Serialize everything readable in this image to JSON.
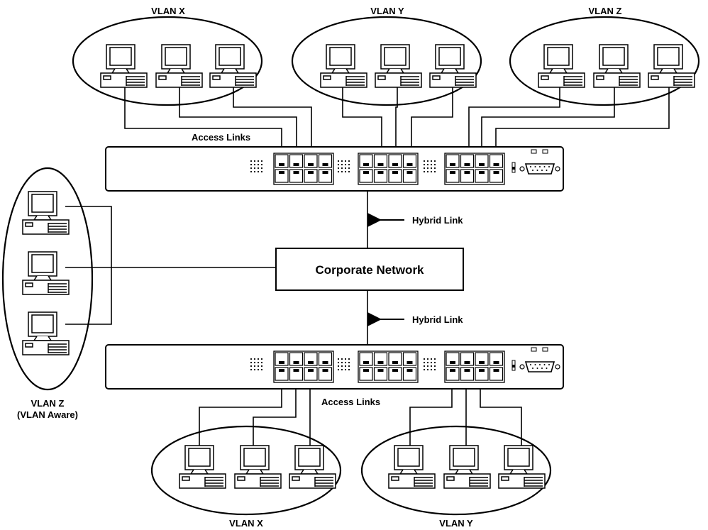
{
  "vlan_labels": {
    "top_x": "VLAN X",
    "top_y": "VLAN Y",
    "top_z": "VLAN Z",
    "bottom_x": "VLAN X",
    "bottom_y": "VLAN Y",
    "left_line1": "VLAN Z",
    "left_line2": "(VLAN Aware)"
  },
  "link_labels": {
    "access_top": "Access Links",
    "access_bottom": "Access Links",
    "hybrid_top": "Hybrid Link",
    "hybrid_bottom": "Hybrid Link"
  },
  "core": {
    "label": "Corporate Network"
  },
  "icons": {
    "computer": "desktop-computer-icon",
    "switch": "network-switch-icon",
    "serial_port": "console-port-icon",
    "arrow": "arrow-left-icon"
  },
  "colors": {
    "stroke": "#000000",
    "background": "#ffffff"
  }
}
